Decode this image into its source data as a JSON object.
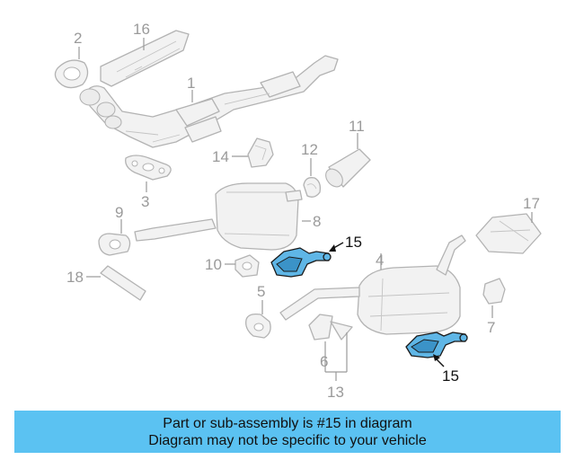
{
  "callouts": {
    "n1": "1",
    "n2": "2",
    "n3": "3",
    "n4": "4",
    "n5": "5",
    "n6": "6",
    "n7": "7",
    "n8": "8",
    "n9": "9",
    "n10": "10",
    "n11": "11",
    "n12": "12",
    "n13": "13",
    "n14": "14",
    "n15a": "15",
    "n15b": "15",
    "n16": "16",
    "n17": "17",
    "n18": "18"
  },
  "caption": {
    "line1": "Part or sub-assembly is #15 in diagram",
    "line2": "Diagram may not be specific to your vehicle"
  },
  "colors": {
    "highlight": "#5fb6e6",
    "caption_bg": "#5bc2f2",
    "outline": "#b3b3b3"
  }
}
